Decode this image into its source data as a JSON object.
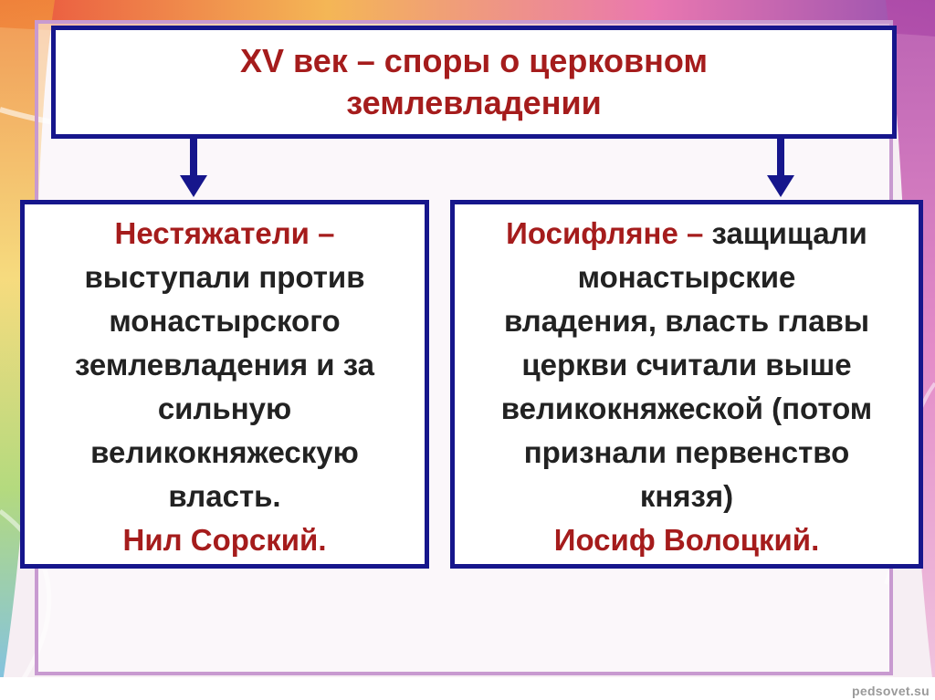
{
  "title": {
    "line1": "XV век – споры о церковном",
    "line2": "землевладении"
  },
  "left": {
    "heading": "Нестяжатели –",
    "body_lines": [
      "выступали против",
      "монастырского",
      "землевладения и за",
      "сильную",
      "великокняжескую",
      "власть."
    ],
    "person": "Нил Сорский."
  },
  "right": {
    "heading": "Иосифляне –",
    "heading_rest": " защищали",
    "body_lines": [
      "монастырские",
      "владения, власть главы",
      "церкви считали выше",
      "великокняжеской (потом",
      "признали первенство",
      "князя)"
    ],
    "person": "Иосиф Волоцкий."
  },
  "watermark": "pedsovet.su",
  "colors": {
    "accent_red": "#a51c1c",
    "border_blue": "#16168c",
    "body_text": "#222222"
  },
  "icons": {
    "arrow_left": "arrow-down-icon",
    "arrow_right": "arrow-down-icon"
  }
}
